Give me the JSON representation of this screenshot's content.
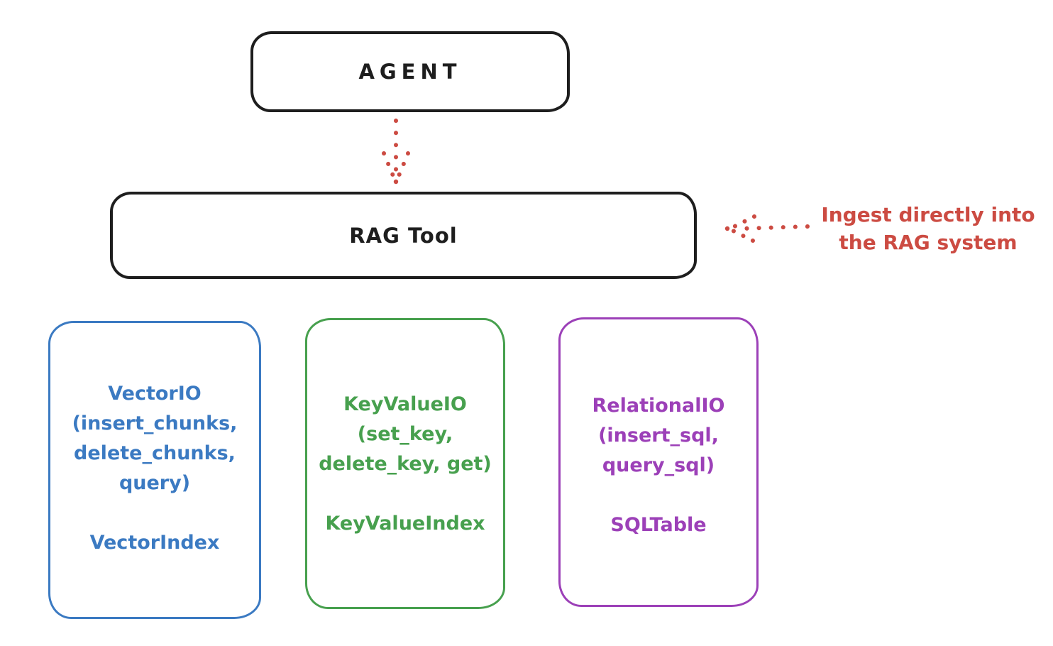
{
  "diagram": {
    "background_color": "#ffffff",
    "stroke_color_default": "#1e1e1e",
    "nodes": {
      "agent": {
        "label": "AGENT",
        "color": "#1e1e1e"
      },
      "rag_tool": {
        "label": "RAG Tool",
        "color": "#1e1e1e"
      },
      "vector_io": {
        "color": "#3b7ac2",
        "lines": [
          "VectorIO",
          "(insert_chunks,",
          "delete_chunks,",
          "query)"
        ],
        "index_label": "VectorIndex"
      },
      "key_value_io": {
        "color": "#47a04e",
        "lines": [
          "KeyValueIO",
          "(set_key,",
          "delete_key, get)"
        ],
        "index_label": "KeyValueIndex"
      },
      "relational_io": {
        "color": "#9c40b8",
        "lines": [
          "RelationalIO",
          "(insert_sql,",
          "query_sql)"
        ],
        "index_label": "SQLTable"
      }
    },
    "annotation": {
      "color": "#cc4b42",
      "line1": "Ingest directly into",
      "line2": "the RAG system"
    },
    "arrows": {
      "agent_to_rag_tool": {
        "style": "dotted",
        "color": "#cc4b42",
        "direction": "down",
        "from": "AGENT",
        "to": "RAG Tool"
      },
      "annotation_to_rag_tool": {
        "style": "dotted",
        "color": "#cc4b42",
        "direction": "left",
        "from": "Ingest directly into the RAG system",
        "to": "RAG Tool"
      }
    }
  }
}
